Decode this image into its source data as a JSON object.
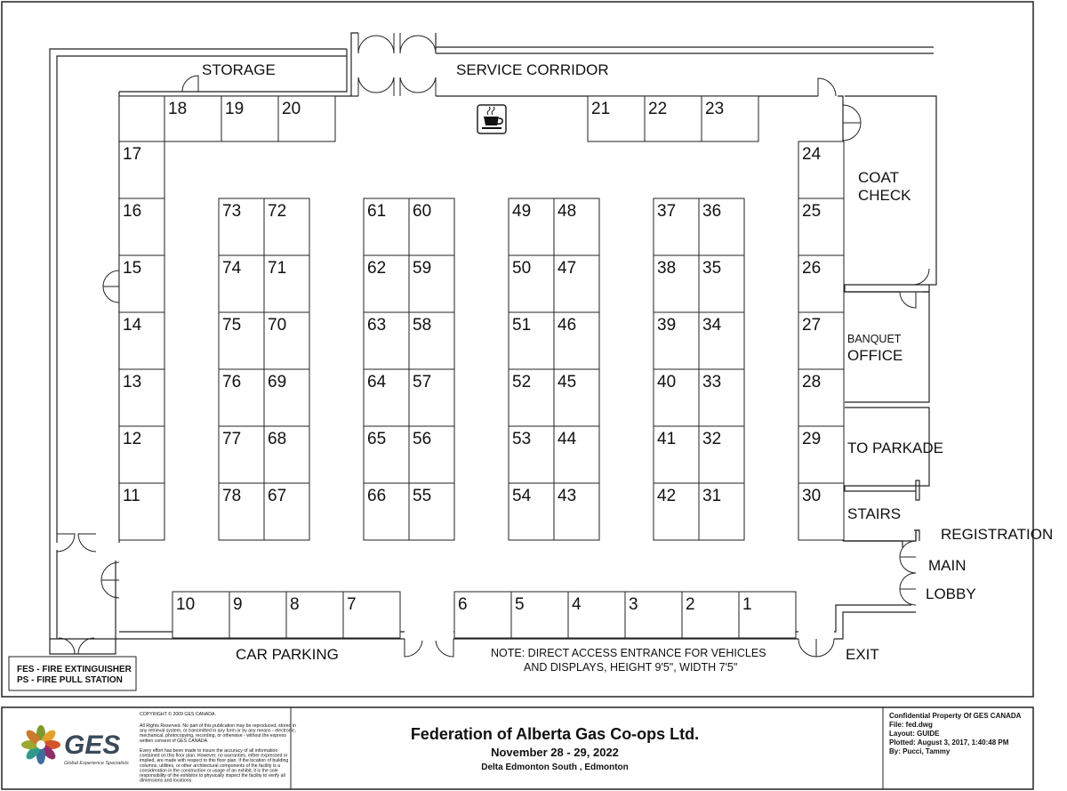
{
  "rooms": {
    "storage": "STORAGE",
    "service_corridor": "SERVICE CORRIDOR",
    "coat_check_1": "COAT",
    "coat_check_2": "CHECK",
    "banquet_1": "BANQUET",
    "banquet_2": "OFFICE",
    "to_parkade": "TO PARKADE",
    "stairs": "STAIRS",
    "registration": "REGISTRATION",
    "main": "MAIN",
    "lobby": "LOBBY",
    "exit": "EXIT",
    "car_parking": "CAR PARKING",
    "note_1": "NOTE: DIRECT ACCESS ENTRANCE FOR VEHICLES",
    "note_2": "AND DISPLAYS, HEIGHT 9'5\", WIDTH 7'5\""
  },
  "icons": {
    "coffee": "coffee-cup-icon",
    "door": "door-swing-icon",
    "logo": "ges-flower-logo-icon"
  },
  "legend": {
    "fes": "FES -  FIRE EXTINGUISHER",
    "ps": "PS   -  FIRE PULL STATION"
  },
  "booths": {
    "top_left": [
      "18",
      "19",
      "20"
    ],
    "top_right": [
      "21",
      "22",
      "23"
    ],
    "left_column": [
      "17",
      "16",
      "15",
      "14",
      "13",
      "12",
      "11"
    ],
    "right_column": [
      "24",
      "25",
      "26",
      "27",
      "28",
      "29",
      "30"
    ],
    "bottom_left": [
      "10",
      "9",
      "8",
      "7"
    ],
    "bottom_right": [
      "6",
      "5",
      "4",
      "3",
      "2",
      "1"
    ],
    "island_1": {
      "left": [
        "73",
        "74",
        "75",
        "76",
        "77",
        "78"
      ],
      "right": [
        "72",
        "71",
        "70",
        "69",
        "68",
        "67"
      ]
    },
    "island_2": {
      "left": [
        "61",
        "62",
        "63",
        "64",
        "65",
        "66"
      ],
      "right": [
        "60",
        "59",
        "58",
        "57",
        "56",
        "55"
      ]
    },
    "island_3": {
      "left": [
        "49",
        "50",
        "51",
        "52",
        "53",
        "54"
      ],
      "right": [
        "48",
        "47",
        "46",
        "45",
        "44",
        "43"
      ]
    },
    "island_4": {
      "left": [
        "37",
        "38",
        "39",
        "40",
        "41",
        "42"
      ],
      "right": [
        "36",
        "35",
        "34",
        "33",
        "32",
        "31"
      ]
    }
  },
  "title_block": {
    "logo_text": "GES",
    "logo_tagline": "Global Experience Specialists",
    "copyright_head": "COPYRIGHT © 2009 GES CANADA.",
    "copyright_lines": [
      "All Rights Reserved. No part of this publication may be reproduced, stored in",
      "any retrieval system, or transmitted in any form or by any means - electronic,",
      "mechanical, photocopying, recording, or otherwise - without the express",
      "written consent of GES CANADA.",
      "",
      "Every effort has been made to insure the accuracy of all information",
      "contained on this floor plan. However, no warranties, either expressed or",
      "implied, are made with respect to this floor plan. If the location of building",
      "columns, utilities, or other architectural components of the facility is a",
      "consideration in the construction or usage of an exhibit, it is the sole",
      "responsibility of the exhibitor to physically inspect the facility to verify all",
      "dimensions and locations."
    ],
    "title": "Federation of Alberta Gas Co-ops Ltd.",
    "dates": "November 28 - 29, 2022",
    "venue": "Delta Edmonton South , Edmonton",
    "info": [
      "Confidential Property Of GES CANADA",
      "File: fed.dwg",
      "Layout: GUIDE",
      "Plotted: August 3, 2017, 1:40:48 PM",
      "By: Pucci, Tammy"
    ]
  }
}
